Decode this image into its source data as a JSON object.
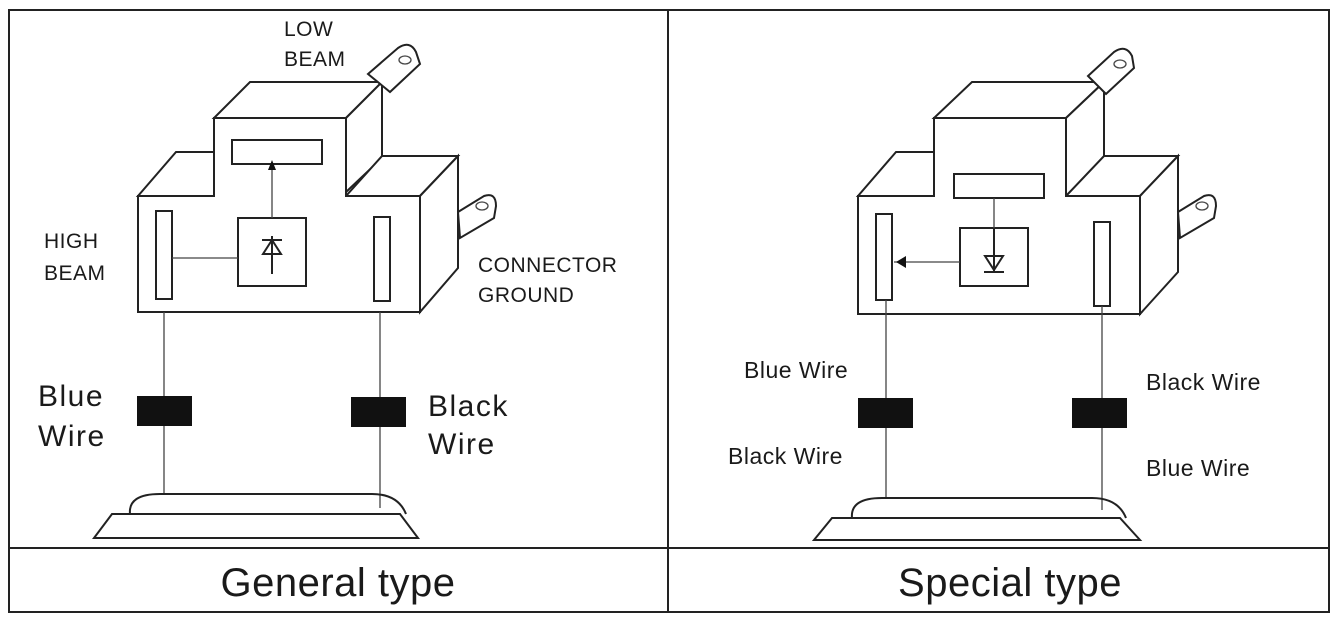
{
  "general": {
    "low_beam_line1": "LOW",
    "low_beam_line2": "BEAM",
    "high_beam_line1": "HIGH",
    "high_beam_line2": "BEAM",
    "connector_line1": "CONNECTOR",
    "connector_line2": "GROUND",
    "left_wire_line1": "Blue",
    "left_wire_line2": "Wire",
    "right_wire_line1": "Black",
    "right_wire_line2": "Wire",
    "caption": "General type"
  },
  "special": {
    "left_top": "Blue Wire",
    "left_bottom": "Black Wire",
    "right_top": "Black Wire",
    "right_bottom": "Blue Wire",
    "caption": "Special type"
  }
}
